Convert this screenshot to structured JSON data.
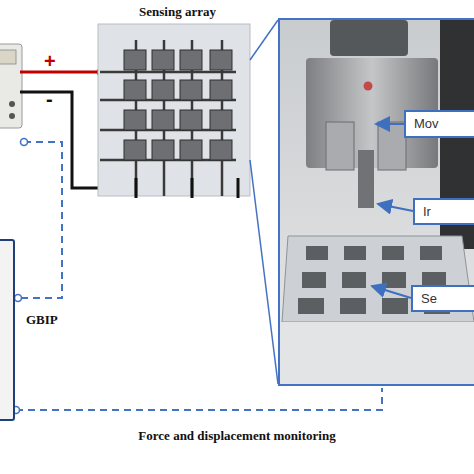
{
  "diagram": {
    "nodes": [
      {
        "text": [
          "Sensing array"
        ]
      },
      {
        "text": [
          "Mov"
        ]
      },
      {
        "text": [
          "Ir"
        ]
      },
      {
        "text": [
          "Se"
        ]
      },
      {
        "text": [
          "GBIP"
        ]
      }
    ],
    "labels": [
      "+",
      "-",
      "Force and displacement monitoring"
    ]
  }
}
